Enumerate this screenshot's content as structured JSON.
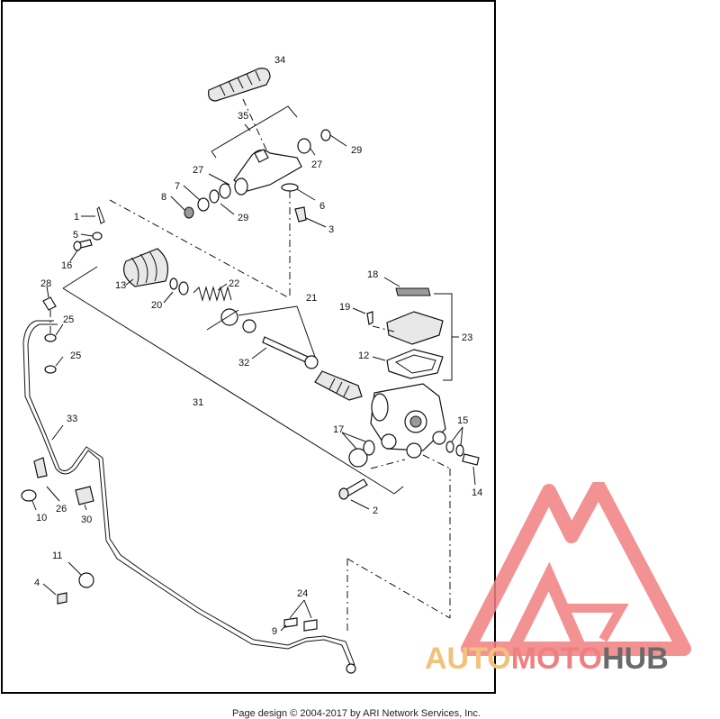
{
  "diagram": {
    "callouts": [
      "34",
      "35",
      "29",
      "27",
      "27",
      "7",
      "8",
      "29",
      "6",
      "3",
      "1",
      "5",
      "16",
      "13",
      "22",
      "20",
      "21",
      "28",
      "25",
      "25",
      "19",
      "18",
      "12",
      "23",
      "32",
      "31",
      "33",
      "17",
      "15",
      "14",
      "2",
      "26",
      "10",
      "30",
      "11",
      "4",
      "24",
      "9"
    ]
  },
  "footer": {
    "text": "Page design © 2004-2017 by ARI Network Services, Inc."
  },
  "watermark": {
    "word1": "AUTO",
    "word2": "MOTO",
    "word3": "HUB",
    "color_primary": "#f08080",
    "color_secondary": "#f2c27b",
    "color_dark": "#6a6a6a"
  }
}
